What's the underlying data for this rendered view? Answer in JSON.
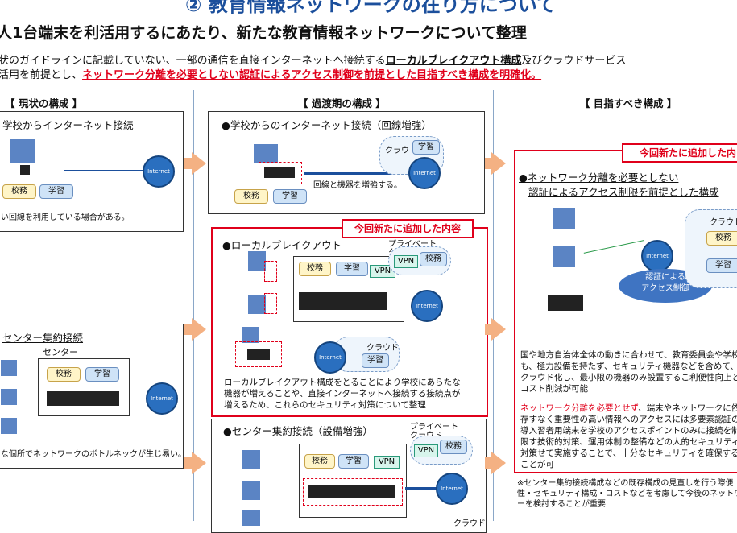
{
  "title": "② 教育情報ネットワークの在り方について",
  "subtitle": "人1台端末を利活用するにあたり、新たな教育情報ネットワークについて整理",
  "desc_line1_a": "状のガイドラインに記載していない、一部の通信を直接インターネットへ接続する",
  "desc_line1_b": "ローカルブレイクアウト構成",
  "desc_line1_c": "及びクラウドサービス",
  "desc_line2_a": "活用を前提とし、",
  "desc_line2_b": "ネットワーク分離を必要としない認証によるアクセス制御を前提とした目指すべき構成を明確化。",
  "columns": {
    "current": "【 現状の構成 】",
    "transition": "【 過渡期の構成 】",
    "target": "【 目指すべき構成 】"
  },
  "current": {
    "box1_heading": "学校からインターネット接続",
    "box1_note": "い回線を利用している場合がある。",
    "box2_heading": "センター集約接続",
    "box2_center": "センター",
    "box2_note": "な個所でネットワークのボトルネックが生じ易い。"
  },
  "transition": {
    "box1_heading": "●学校からのインターネット接続（回線増強）",
    "box1_note": "回線と機器を増強する。",
    "new_label": "今回新たに追加した内容",
    "box2_heading": "●ローカルブレイクアウト",
    "private_cloud": "プライベート\nクラウド",
    "box2_text": "ローカルブレイクアウト構成をとることにより学校にあらたな機器が増えることや、直接インターネットへ接続する接続点が増えるため、これらのセキュリティ対策について整理",
    "box3_heading": "●センター集約接続（設備増強）",
    "private_cloud2": "プライベート\nクラウド"
  },
  "target": {
    "new_label": "今回新たに追加した内",
    "heading_l1": "●ネットワーク分離を必要としない",
    "heading_l2": "認証によるアクセス制限を前提とした構成",
    "auth_label": "認証による\nアクセス制御",
    "text1": "国や地方自治体全体の動きに合わせて、教育委員会や学校も、極力設備を持たず、セキュリティ機器などを含めて、クラウド化し、最小限の機器のみ設置するこ利便性向上とコスト削減が可能",
    "text2_red": "ネットワーク分離を必要とせず",
    "text2": "、端末やネットワークに依存すなく重要性の高い情報へのアクセスには多要素認証の導入習者用端末を学校のアクセスポイントのみに接続を制限す技術的対策、運用体制の整備などの人的セキュリティ対策せて実施することで、十分なセキュリティを確保することが可",
    "note": "※センター集約接続構成などの既存構成の見直しを行う際便性・セキュリティ構成・コストなどを考慮して今後のネットワーを検討することが重要"
  },
  "labels": {
    "koumu": "校務",
    "gakushu": "学習",
    "vpn": "VPN",
    "cloud": "クラウド",
    "internet": "Internet"
  }
}
